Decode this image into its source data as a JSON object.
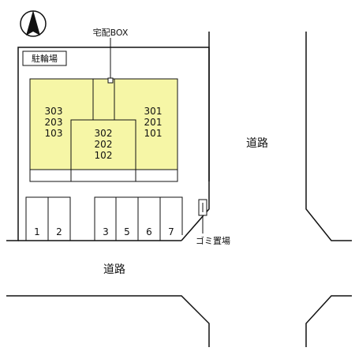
{
  "colors": {
    "building_fill": "#f6f6a6",
    "line": "#111111",
    "background": "#ffffff"
  },
  "compass": {
    "icon": "north-arrow-icon"
  },
  "labels": {
    "bicycle_parking": "駐輪場",
    "delivery_box": "宅配BOX",
    "garbage": "ゴミ置場",
    "road_right": "道路",
    "road_bottom": "道路"
  },
  "units": {
    "left": [
      "303",
      "203",
      "103"
    ],
    "center": [
      "302",
      "202",
      "102"
    ],
    "right": [
      "301",
      "201",
      "101"
    ]
  },
  "parking": {
    "left_group": [
      "1",
      "2"
    ],
    "right_group": [
      "3",
      "5",
      "6",
      "7"
    ]
  }
}
